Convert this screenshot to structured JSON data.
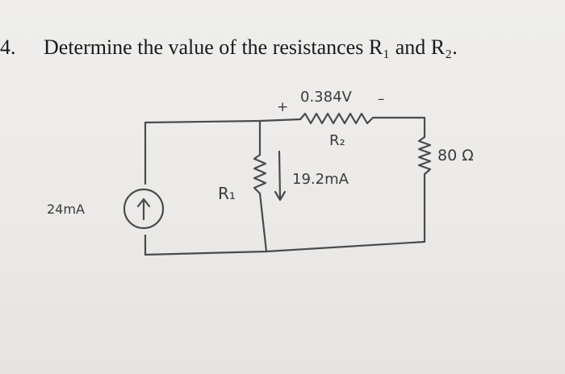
{
  "question": {
    "number": "4.",
    "text": "Determine the value of the resistances R₁ and R₂."
  },
  "circuit": {
    "current_source_label": "24mA",
    "r1_label": "R₁",
    "r2_label": "R₂",
    "r2_voltage_label": "0.384V",
    "r2_plus": "+",
    "r2_minus": "–",
    "branch_current_label": "19.2mA",
    "r3_label": "80 Ω"
  }
}
